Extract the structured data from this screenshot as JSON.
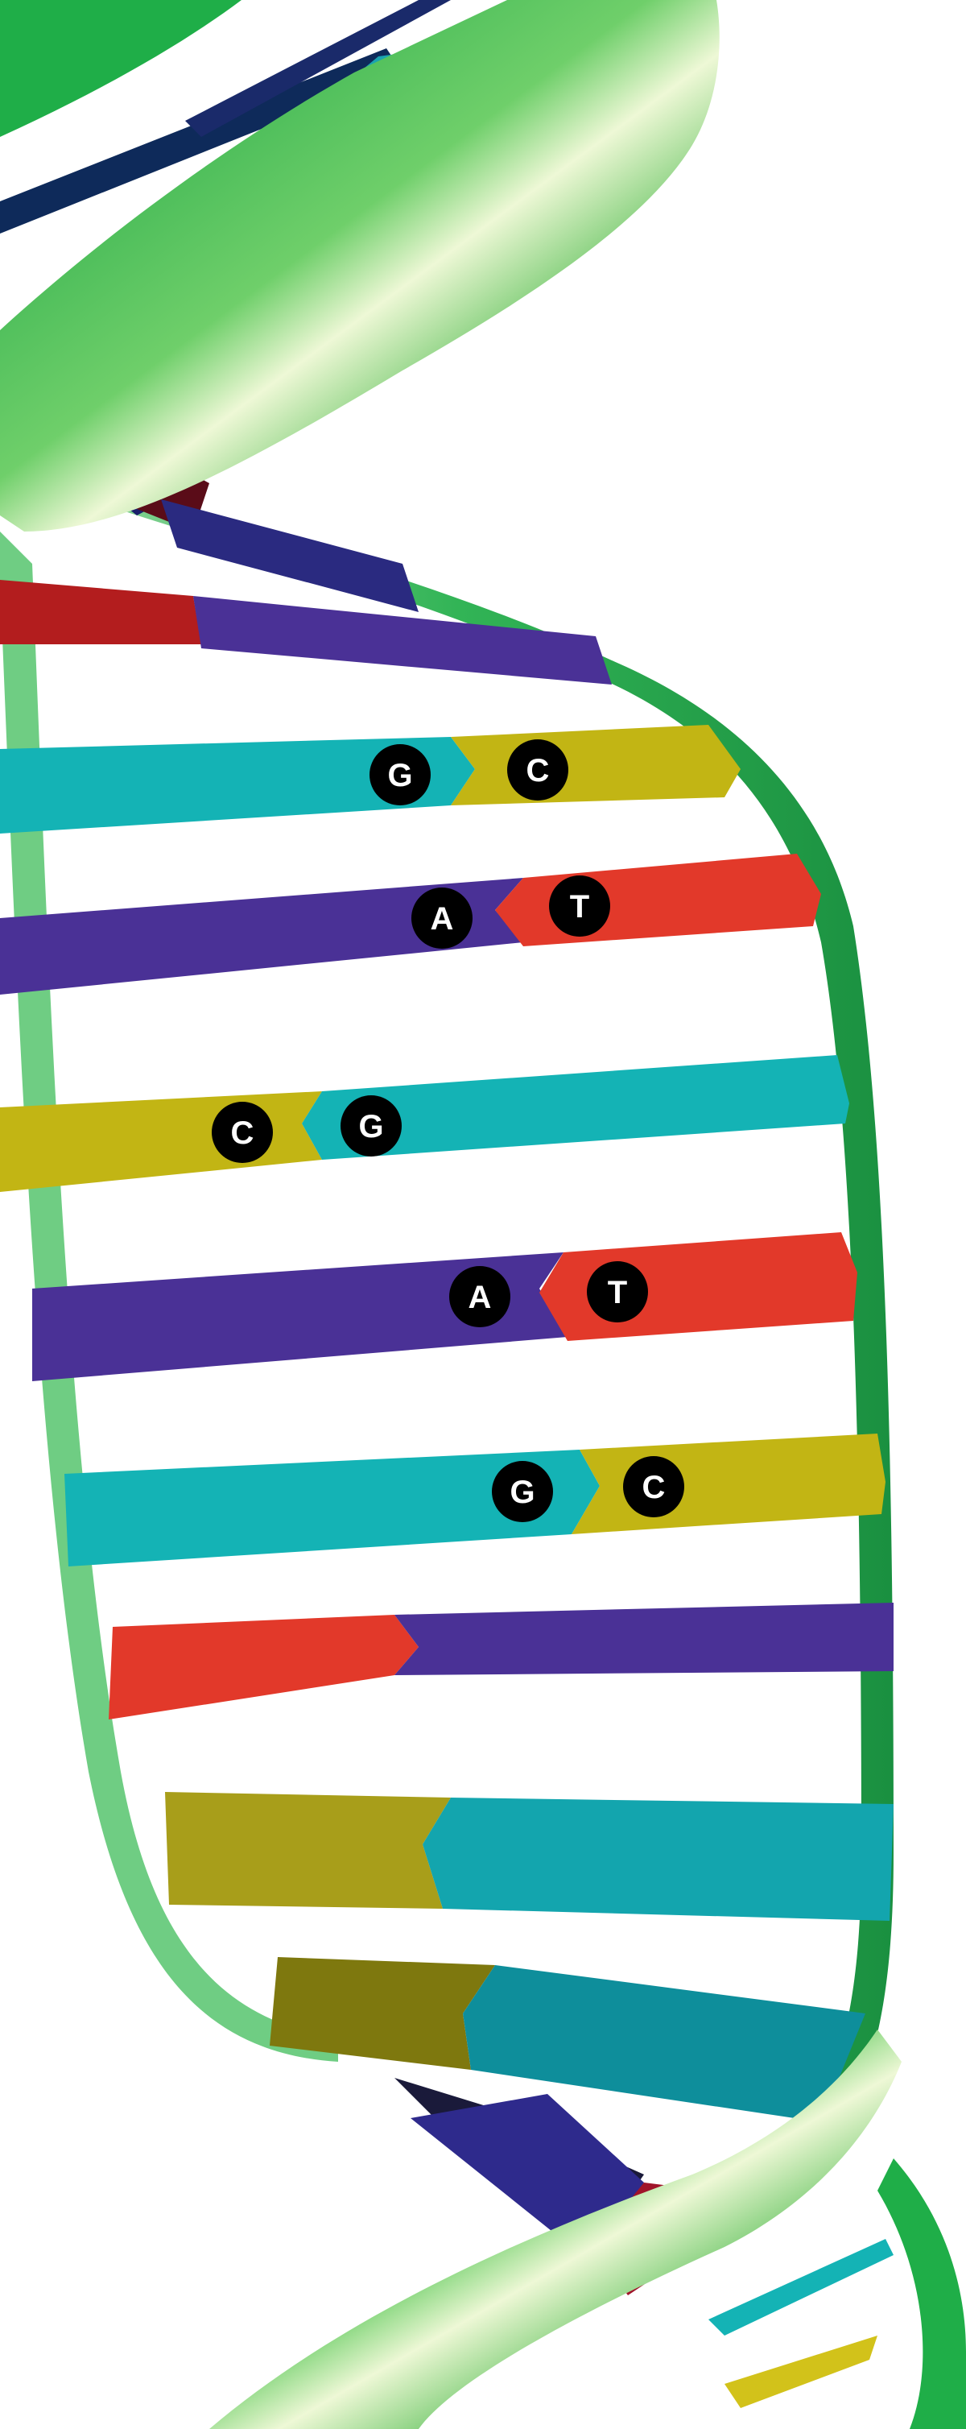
{
  "diagram": {
    "title": "",
    "subject": "DNA double helix with base pairs",
    "colors": {
      "background": "#ffffff",
      "backbone": "#1fae48",
      "backbone_light": "#7ccf7a",
      "backbone_dark": "#0f8a36",
      "adenine": "#4a3196",
      "thymine": "#e2392a",
      "guanine": "#14b3b5",
      "cytosine": "#c2b514",
      "label_bg": "#000000",
      "label_text": "#ffffff"
    },
    "base_pairs": [
      {
        "left": "G",
        "right": "C",
        "left_color": "#14b3b5",
        "right_color": "#c2b514"
      },
      {
        "left": "A",
        "right": "T",
        "left_color": "#4a3196",
        "right_color": "#e2392a"
      },
      {
        "left": "C",
        "right": "G",
        "left_color": "#c2b514",
        "right_color": "#14b3b5"
      },
      {
        "left": "A",
        "right": "T",
        "left_color": "#4a3196",
        "right_color": "#e2392a"
      },
      {
        "left": "G",
        "right": "C",
        "left_color": "#14b3b5",
        "right_color": "#c2b514"
      }
    ],
    "labels": {
      "bp1_left": "G",
      "bp1_right": "C",
      "bp2_left": "A",
      "bp2_right": "T",
      "bp3_left": "C",
      "bp3_right": "G",
      "bp4_left": "A",
      "bp4_right": "T",
      "bp5_left": "G",
      "bp5_right": "C"
    }
  }
}
